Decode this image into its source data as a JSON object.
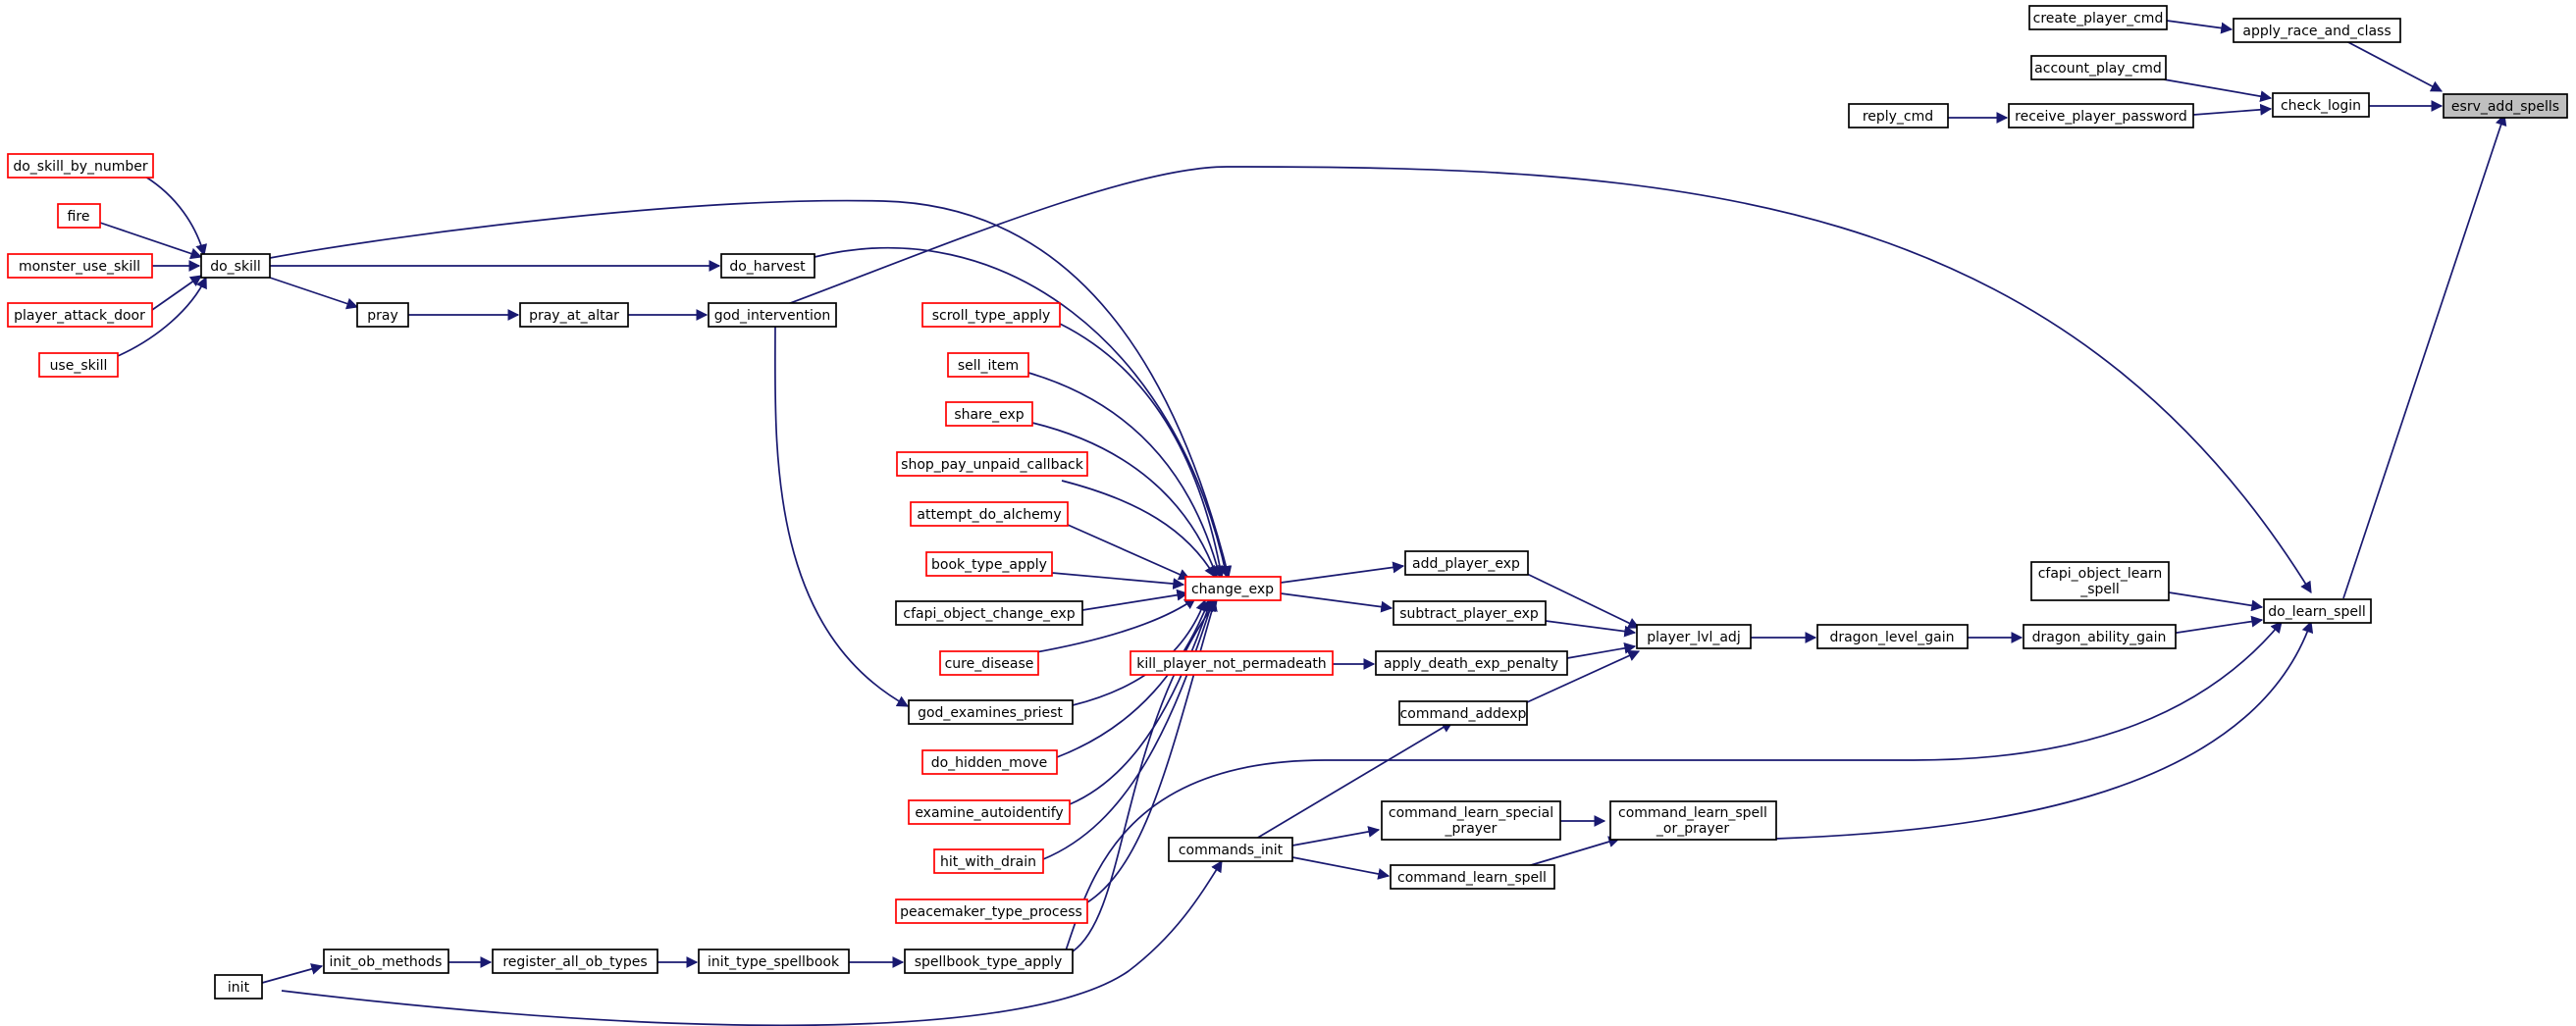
{
  "nodes": {
    "esrv_add_spells": "esrv_add_spells",
    "apply_race_and_class": "apply_race_and_class",
    "create_player_cmd": "create_player_cmd",
    "check_login": "check_login",
    "account_play_cmd": "account_play_cmd",
    "receive_player_password": "receive_player_password",
    "reply_cmd": "reply_cmd",
    "do_learn_spell": "do_learn_spell",
    "cfapi_object_learn_spell_1": "cfapi_object_learn",
    "cfapi_object_learn_spell_2": "_spell",
    "dragon_ability_gain": "dragon_ability_gain",
    "dragon_level_gain": "dragon_level_gain",
    "player_lvl_adj": "player_lvl_adj",
    "add_player_exp": "add_player_exp",
    "subtract_player_exp": "subtract_player_exp",
    "apply_death_exp_penalty": "apply_death_exp_penalty",
    "kill_player_not_permadeath": "kill_player_not_permadeath",
    "command_addexp": "command_addexp",
    "command_learn_spell_or_prayer_1": "command_learn_spell",
    "command_learn_spell_or_prayer_2": "_or_prayer",
    "command_learn_special_prayer_1": "command_learn_special",
    "command_learn_special_prayer_2": "_prayer",
    "command_learn_spell": "command_learn_spell",
    "commands_init": "commands_init",
    "change_exp": "change_exp",
    "do_harvest": "do_harvest",
    "god_intervention": "god_intervention",
    "pray_at_altar": "pray_at_altar",
    "pray": "pray",
    "do_skill": "do_skill",
    "do_skill_by_number": "do_skill_by_number",
    "fire": "fire",
    "monster_use_skill": "monster_use_skill",
    "player_attack_door": "player_attack_door",
    "use_skill": "use_skill",
    "scroll_type_apply": "scroll_type_apply",
    "sell_item": "sell_item",
    "share_exp": "share_exp",
    "shop_pay_unpaid_callback": "shop_pay_unpaid_callback",
    "attempt_do_alchemy": "attempt_do_alchemy",
    "book_type_apply": "book_type_apply",
    "cfapi_object_change_exp": "cfapi_object_change_exp",
    "cure_disease": "cure_disease",
    "god_examines_priest": "god_examines_priest",
    "do_hidden_move": "do_hidden_move",
    "examine_autoidentify": "examine_autoidentify",
    "hit_with_drain": "hit_with_drain",
    "peacemaker_type_process": "peacemaker_type_process",
    "spellbook_type_apply": "spellbook_type_apply",
    "init_type_spellbook": "init_type_spellbook",
    "register_all_ob_types": "register_all_ob_types",
    "init_ob_methods": "init_ob_methods",
    "init": "init"
  },
  "colors": {
    "edge": "#191970",
    "node_border": "#000000",
    "node_border_external": "#ff0000",
    "root_fill": "#bfbfbf",
    "node_fill": "#ffffff"
  }
}
